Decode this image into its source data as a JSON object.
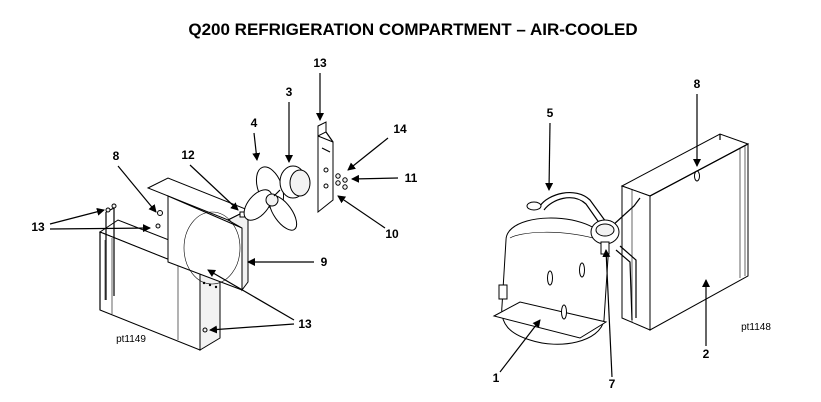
{
  "title": "Q200 REFRIGERATION COMPARTMENT – AIR-COOLED",
  "left_figure": {
    "ref_code": "pt1149",
    "callouts": {
      "c8": "8",
      "c12": "12",
      "c4": "4",
      "c3": "3",
      "c13_top": "13",
      "c14": "14",
      "c11": "11",
      "c10": "10",
      "c13_left": "13",
      "c9": "9",
      "c13_bottom": "13"
    }
  },
  "right_figure": {
    "ref_code": "pt1148",
    "callouts": {
      "c5": "5",
      "c8": "8",
      "c1": "1",
      "c7": "7",
      "c2": "2"
    }
  }
}
